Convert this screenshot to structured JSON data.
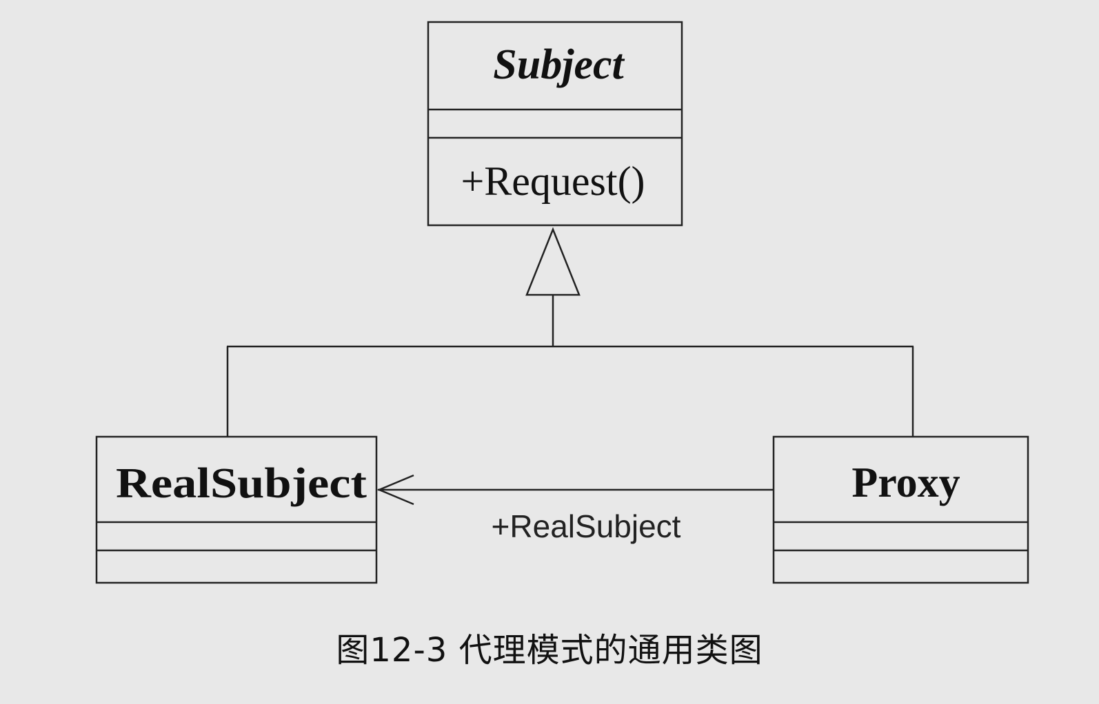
{
  "diagram": {
    "type": "uml-class",
    "classes": {
      "subject": {
        "name": "Subject",
        "abstract": true,
        "attributes": [],
        "operations": [
          "+Request()"
        ]
      },
      "real_subject": {
        "name": "RealSubject",
        "attributes": [],
        "operations": []
      },
      "proxy": {
        "name": "Proxy",
        "attributes": [],
        "operations": []
      }
    },
    "relations": [
      {
        "kind": "generalization",
        "from": "RealSubject",
        "to": "Subject"
      },
      {
        "kind": "generalization",
        "from": "Proxy",
        "to": "Subject"
      },
      {
        "kind": "association",
        "from": "Proxy",
        "to": "RealSubject",
        "navigable": true,
        "label": "+RealSubject"
      }
    ]
  },
  "caption": "图12-3 代理模式的通用类图"
}
